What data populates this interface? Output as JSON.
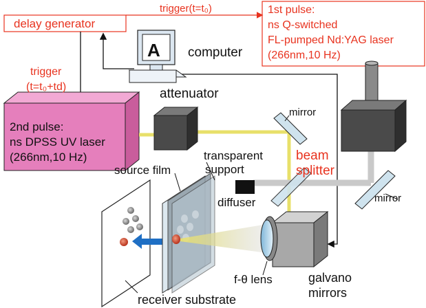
{
  "colors": {
    "red_text": "#e8331f",
    "beam_yellow": "#e8e06a",
    "beam_gray": "#c9c9c9",
    "laser_pink": "#e57fbc",
    "box_dark": "#4a4a4a",
    "arrow_blue": "#1f6fc4",
    "mirror_blue": "#cfe3ee"
  },
  "labels": {
    "delay_generator": "delay generator",
    "trigger_top": "trigger(t=t₀)",
    "first_pulse_1": "1st pulse:",
    "first_pulse_2": "ns Q-switched",
    "first_pulse_3": "FL-pumped Nd:YAG laser",
    "first_pulse_4": "(266nm,10 Hz)",
    "computer": "computer",
    "screen_letter": "A",
    "trigger_left_1": "trigger",
    "trigger_left_2": "(t=t₀+t⁤d)",
    "attenuator": "attenuator",
    "second_pulse_1": "2nd pulse:",
    "second_pulse_2": "ns DPSS UV laser",
    "second_pulse_3": "(266nm,10 Hz)",
    "mirror_top": "mirror",
    "mirror_right": "mirror",
    "transparent_1": "transparent",
    "transparent_2": "support",
    "beam_splitter_1": "beam",
    "beam_splitter_2": "splitter",
    "source_film": "source film",
    "diffuser": "diffuser",
    "f_theta_lens": "f-θ lens",
    "galvano_1": "galvano",
    "galvano_2": "mirrors",
    "receiver_substrate": "receiver substrate"
  }
}
